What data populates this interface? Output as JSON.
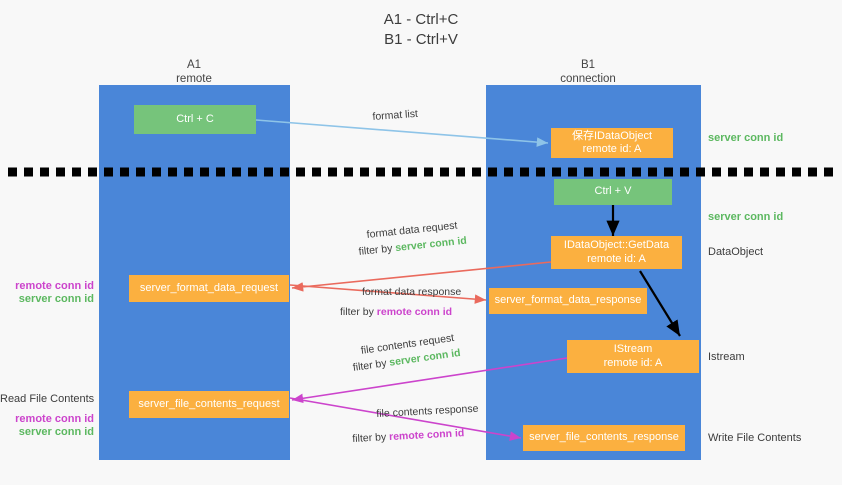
{
  "title": "A1 - Ctrl+C\nB1 - Ctrl+V",
  "columns": [
    {
      "name": "A1",
      "sub": "remote"
    },
    {
      "name": "B1",
      "sub": "connection"
    }
  ],
  "nodes": {
    "ctrl_c": {
      "line1": "Ctrl + C"
    },
    "save_idataobject": {
      "line1": "保存IDataObject",
      "line2": "remote id: A"
    },
    "ctrl_v": {
      "line1": "Ctrl + V"
    },
    "getdata": {
      "line1": "IDataObject::GetData",
      "line2": "remote id: A"
    },
    "istream": {
      "line1": "IStream",
      "line2": "remote id: A"
    },
    "server_format_data_request": {
      "line1": "server_format_data_request"
    },
    "server_format_data_response": {
      "line1": "server_format_data_response"
    },
    "server_file_contents_request": {
      "line1": "server_file_contents_request"
    },
    "server_file_contents_response": {
      "line1": "server_file_contents_response"
    }
  },
  "edge_labels": {
    "format_list": "format list",
    "format_data_request": "format data request",
    "format_data_request_filter_prefix": "filter by ",
    "format_data_request_filter_key": "server conn id",
    "format_data_response": "format data response",
    "format_data_response_filter_prefix": "filter by ",
    "format_data_response_filter_key": "remote conn id",
    "file_contents_request": "file contents request",
    "file_contents_request_filter_prefix": "filter by ",
    "file_contents_request_filter_key": "server conn id",
    "file_contents_response": "file contents response",
    "file_contents_response_filter_prefix": "filter by ",
    "file_contents_response_filter_key": "remote conn id"
  },
  "right_notes": {
    "server_conn_id_top": "server conn id",
    "server_conn_id_mid": "server conn id",
    "dataobject": "DataObject",
    "istream": "Istream",
    "write_file_contents": "Write File Contents"
  },
  "left_notes": {
    "remote_conn_id_1": "remote conn id",
    "server_conn_id_1": "server conn id",
    "read_file_contents": "Read File Contents",
    "remote_conn_id_2": "remote conn id",
    "server_conn_id_2": "server conn id"
  },
  "colors": {
    "lane": "#4a86d8",
    "green_node": "#76c47b",
    "orange_node": "#fbb040",
    "divider": "#000000",
    "arrow_light_blue": "#8ec4e8",
    "arrow_red": "#ea6a5d",
    "arrow_magenta": "#cc44cc",
    "arrow_black": "#000000",
    "green_text": "#5cb860",
    "magenta_text": "#cc44cc",
    "background": "#f8f8f8"
  }
}
